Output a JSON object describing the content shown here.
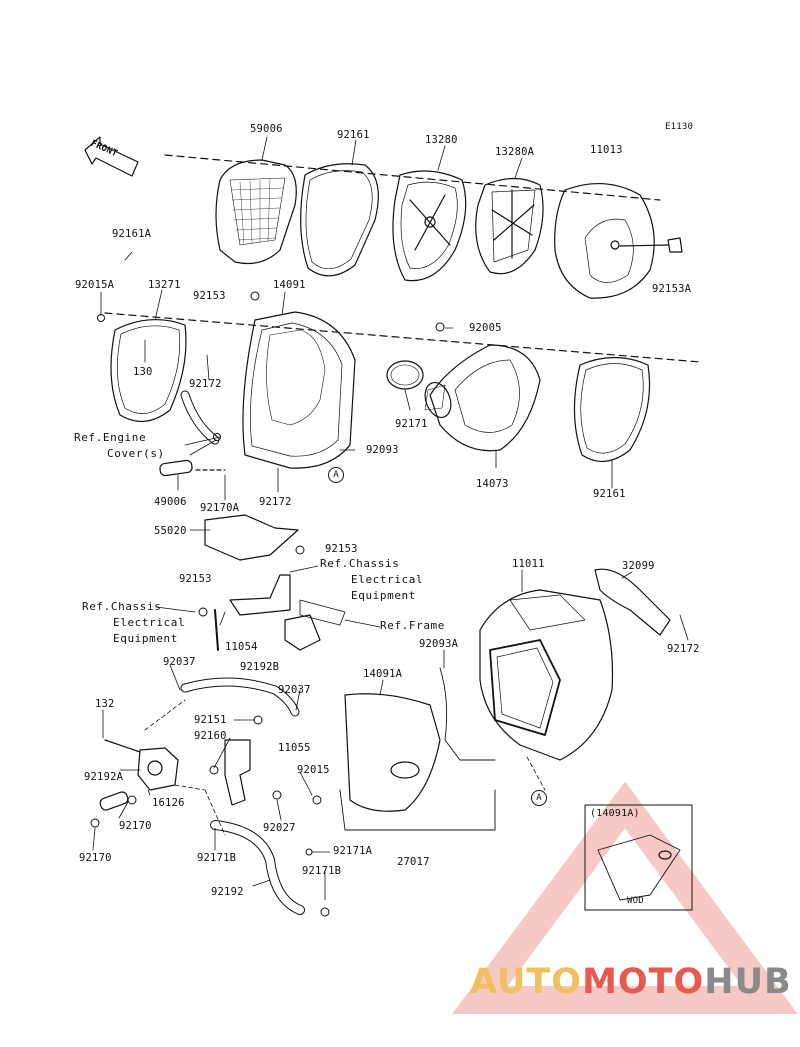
{
  "diagram_code": "E1130",
  "front_label": "FRONT",
  "parts": [
    "59006",
    "92161",
    "13280",
    "13280A",
    "11013",
    "92161A",
    "92015A",
    "13271",
    "92153",
    "14091",
    "92005",
    "92153A",
    "130",
    "92172",
    "92171",
    "92093",
    "14073",
    "92161",
    "49006",
    "92170A",
    "92172",
    "55020",
    "92153",
    "11011",
    "32099",
    "92153",
    "11054",
    "92172",
    "92037",
    "92192B",
    "14091A",
    "92093A",
    "92037",
    "132",
    "92151",
    "92160",
    "11055",
    "92192A",
    "92015",
    "16126",
    "92170",
    "92027",
    "92170",
    "92171B",
    "92171A",
    "27017",
    "92192",
    "92171B"
  ],
  "refs": {
    "engine_cover_1": "Ref.Engine",
    "engine_cover_2": "Cover(s)",
    "chassis_right_1": "Ref.Chassis",
    "chassis_right_2": "Electrical",
    "chassis_right_3": "Equipment",
    "chassis_left_1": "Ref.Chassis",
    "chassis_left_2": "Electrical",
    "chassis_left_3": "Equipment",
    "frame": "Ref.Frame"
  },
  "callouts": {
    "a1": "A",
    "a2": "A"
  },
  "inset": {
    "part": "(14091A)",
    "label": "WOD"
  },
  "watermark": {
    "part1": "AUTO",
    "part2": "MOTO",
    "part3": "HUB"
  },
  "colors": {
    "ink": "#111111",
    "watermark_red": "#e85a50",
    "watermark_yellow": "#f0c060",
    "watermark_grey": "#8a8a8a"
  }
}
